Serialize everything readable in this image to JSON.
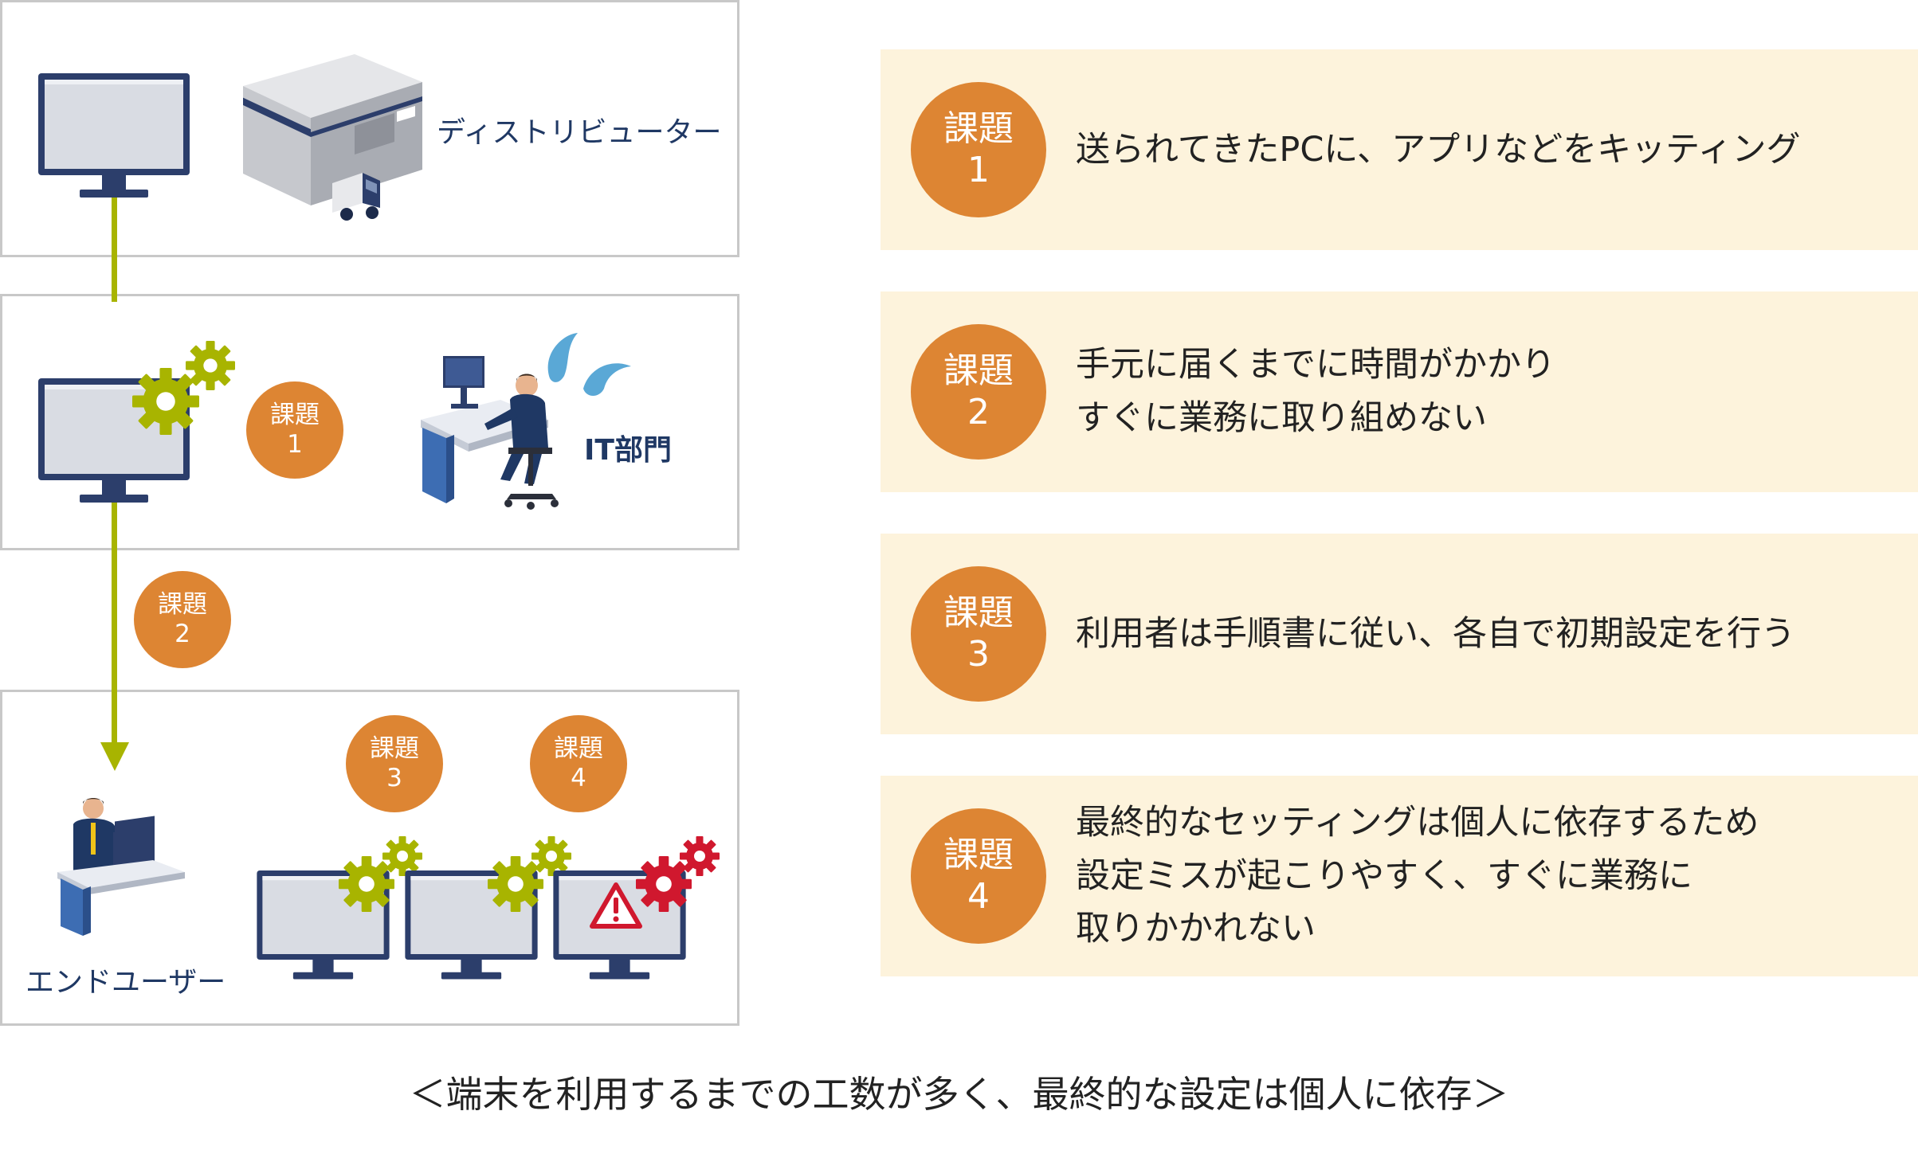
{
  "nodes": {
    "distributor": "ディストリビューター",
    "it_department": "IT部門",
    "end_user": "エンドユーザー"
  },
  "issue_word": "課題",
  "diagram_badges": [
    "1",
    "2",
    "3",
    "4"
  ],
  "issues": [
    {
      "number": "1",
      "lines": [
        "送られてきたPCに、アプリなどをキッティング"
      ]
    },
    {
      "number": "2",
      "lines": [
        "手元に届くまでに時間がかかり",
        "すぐに業務に取り組めない"
      ]
    },
    {
      "number": "3",
      "lines": [
        "利用者は手順書に従い、各自で初期設定を行う"
      ]
    },
    {
      "number": "4",
      "lines": [
        "最終的なセッティングは個人に依存するため",
        "設定ミスが起こりやすく、すぐに業務に",
        "取りかかれない"
      ]
    }
  ],
  "caption": "＜端末を利用するまでの工数が多く、最終的な設定は個人に依存＞",
  "colors": {
    "badge": "#dd8533",
    "card_background": "#fdf3dc",
    "flow_line": "#a8b400",
    "gear_ok": "#a8b400",
    "gear_error": "#d0182e",
    "label_text": "#1f3864",
    "panel_border": "#c8c8c8"
  },
  "icons": [
    "monitor-icon",
    "warehouse-icon",
    "truck-icon",
    "gear-icon",
    "warning-icon",
    "water-splash-icon",
    "worker-at-desk-icon"
  ]
}
